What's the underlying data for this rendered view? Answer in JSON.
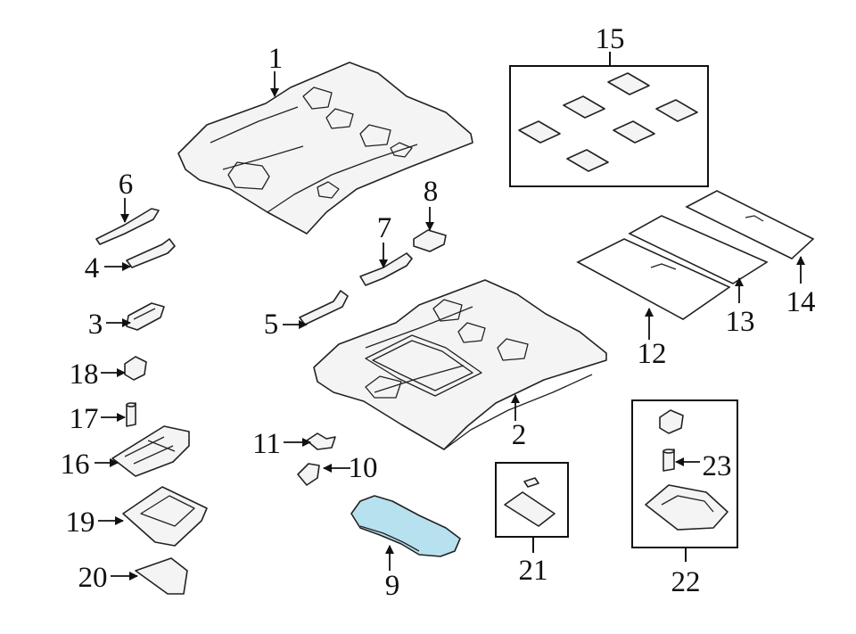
{
  "diagram": {
    "colors": {
      "highlight": "#b7e1ef",
      "line": "#222222",
      "part_fill": "#f4f4f4"
    },
    "callouts": [
      {
        "id": "1",
        "label": "1"
      },
      {
        "id": "2",
        "label": "2"
      },
      {
        "id": "3",
        "label": "3"
      },
      {
        "id": "4",
        "label": "4"
      },
      {
        "id": "5",
        "label": "5"
      },
      {
        "id": "6",
        "label": "6"
      },
      {
        "id": "7",
        "label": "7"
      },
      {
        "id": "8",
        "label": "8"
      },
      {
        "id": "9",
        "label": "9"
      },
      {
        "id": "10",
        "label": "10"
      },
      {
        "id": "11",
        "label": "11"
      },
      {
        "id": "12",
        "label": "12"
      },
      {
        "id": "13",
        "label": "13"
      },
      {
        "id": "14",
        "label": "14"
      },
      {
        "id": "15",
        "label": "15"
      },
      {
        "id": "16",
        "label": "16"
      },
      {
        "id": "17",
        "label": "17"
      },
      {
        "id": "18",
        "label": "18"
      },
      {
        "id": "19",
        "label": "19"
      },
      {
        "id": "20",
        "label": "20"
      },
      {
        "id": "21",
        "label": "21"
      },
      {
        "id": "22",
        "label": "22"
      },
      {
        "id": "23",
        "label": "23"
      }
    ],
    "highlighted_part": "9"
  }
}
